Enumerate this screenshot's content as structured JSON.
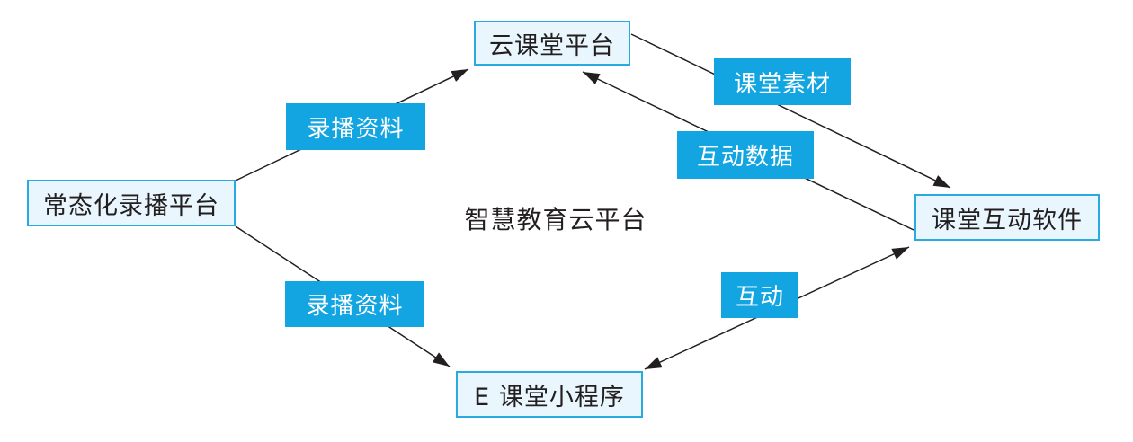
{
  "diagram": {
    "title": "智慧教育云平台",
    "nodes": [
      {
        "id": "cloud-classroom-platform",
        "label": "云课堂平台"
      },
      {
        "id": "normalized-recording-platform",
        "label": "常态化录播平台"
      },
      {
        "id": "classroom-interactive-software",
        "label": "课堂互动软件"
      },
      {
        "id": "e-classroom-mini-program",
        "label": "E 课堂小程序"
      }
    ],
    "edges": [
      {
        "from": "常态化录播平台",
        "to": "云课堂平台",
        "label": "录播资料",
        "arrow": "one-way"
      },
      {
        "from": "常态化录播平台",
        "to": "E 课堂小程序",
        "label": "录播资料",
        "arrow": "one-way"
      },
      {
        "from": "云课堂平台",
        "to": "课堂互动软件",
        "label": "课堂素材",
        "arrow": "one-way"
      },
      {
        "from": "课堂互动软件",
        "to": "云课堂平台",
        "label": "互动数据",
        "arrow": "one-way"
      },
      {
        "from": "E 课堂小程序",
        "to": "课堂互动软件",
        "label": "互动",
        "arrow": "two-way"
      }
    ],
    "colors": {
      "node_fill": "#e9f6fd",
      "node_border": "#29abe2",
      "edge_label_fill": "#12a5e2",
      "edge_label_text": "#ffffff",
      "line": "#231f20",
      "text": "#231f20",
      "background": "#ffffff"
    }
  }
}
